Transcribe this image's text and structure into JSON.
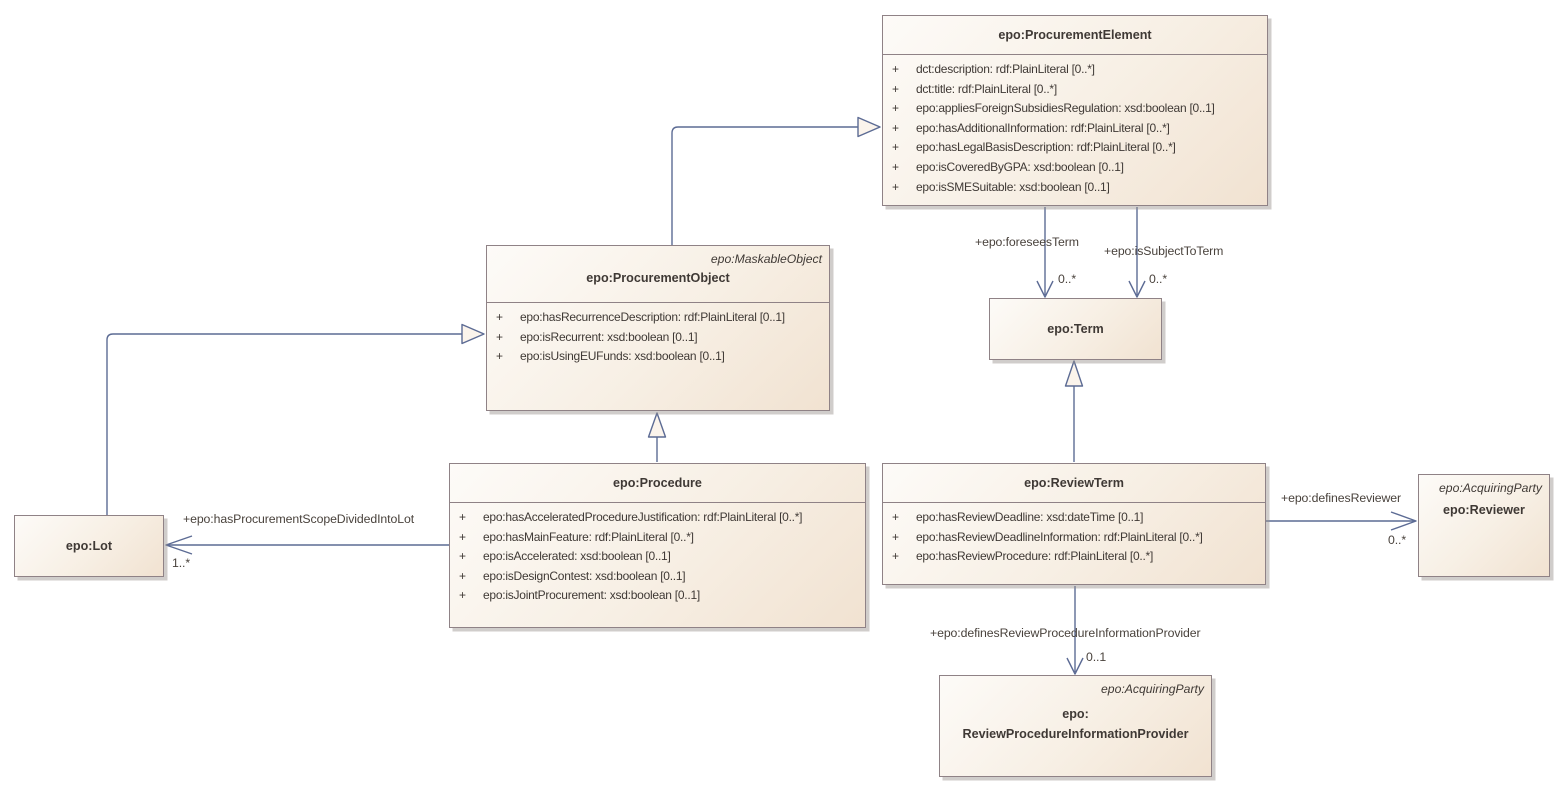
{
  "diagram_title": "EPO procurement UML class diagram",
  "colors": {
    "box_fill_light": "#fdfbf8",
    "box_fill_dark": "#f1e2d1",
    "box_border": "#8f8286",
    "connector": "#5c6b94",
    "arrowhead_fill": "#fbf4ec",
    "text": "#3f3935",
    "background": "#ffffff"
  },
  "classes": {
    "procurementElement": {
      "title": "epo:ProcurementElement",
      "attributes": [
        {
          "vis": "+",
          "text": "dct:description: rdf:PlainLiteral [0..*]"
        },
        {
          "vis": "+",
          "text": "dct:title: rdf:PlainLiteral [0..*]"
        },
        {
          "vis": "+",
          "text": "epo:appliesForeignSubsidiesRegulation: xsd:boolean [0..1]"
        },
        {
          "vis": "+",
          "text": "epo:hasAdditionalInformation: rdf:PlainLiteral [0..*]"
        },
        {
          "vis": "+",
          "text": "epo:hasLegalBasisDescription: rdf:PlainLiteral [0..*]"
        },
        {
          "vis": "+",
          "text": "epo:isCoveredByGPA: xsd:boolean [0..1]"
        },
        {
          "vis": "+",
          "text": "epo:isSMESuitable: xsd:boolean [0..1]"
        }
      ]
    },
    "procurementObject": {
      "stereotype": "epo:MaskableObject",
      "title": "epo:ProcurementObject",
      "attributes": [
        {
          "vis": "+",
          "text": "epo:hasRecurrenceDescription: rdf:PlainLiteral [0..1]"
        },
        {
          "vis": "+",
          "text": "epo:isRecurrent: xsd:boolean [0..1]"
        },
        {
          "vis": "+",
          "text": "epo:isUsingEUFunds: xsd:boolean [0..1]"
        }
      ]
    },
    "procedure": {
      "title": "epo:Procedure",
      "attributes": [
        {
          "vis": "+",
          "text": "epo:hasAcceleratedProcedureJustification: rdf:PlainLiteral [0..*]"
        },
        {
          "vis": "+",
          "text": "epo:hasMainFeature: rdf:PlainLiteral [0..*]"
        },
        {
          "vis": "+",
          "text": "epo:isAccelerated: xsd:boolean [0..1]"
        },
        {
          "vis": "+",
          "text": "epo:isDesignContest: xsd:boolean [0..1]"
        },
        {
          "vis": "+",
          "text": "epo:isJointProcurement: xsd:boolean [0..1]"
        }
      ]
    },
    "lot": {
      "title": "epo:Lot"
    },
    "term": {
      "title": "epo:Term"
    },
    "reviewTerm": {
      "title": "epo:ReviewTerm",
      "attributes": [
        {
          "vis": "+",
          "text": "epo:hasReviewDeadline: xsd:dateTime [0..1]"
        },
        {
          "vis": "+",
          "text": "epo:hasReviewDeadlineInformation: rdf:PlainLiteral [0..*]"
        },
        {
          "vis": "+",
          "text": "epo:hasReviewProcedure: rdf:PlainLiteral [0..*]"
        }
      ]
    },
    "reviewer": {
      "stereotype": "epo:AcquiringParty",
      "title": "epo:Reviewer"
    },
    "reviewProcedureInformationProvider": {
      "stereotype": "epo:AcquiringParty",
      "titleLine1": "epo:",
      "titleLine2": "ReviewProcedureInformationProvider"
    }
  },
  "relations": {
    "hasProcurementScopeDividedIntoLot": {
      "label": "+epo:hasProcurementScopeDividedIntoLot",
      "multiplicity": "1..*"
    },
    "foreseesTerm": {
      "label": "+epo:foreseesTerm",
      "multiplicity": "0..*"
    },
    "isSubjectToTerm": {
      "label": "+epo:isSubjectToTerm",
      "multiplicity": "0..*"
    },
    "definesReviewer": {
      "label": "+epo:definesReviewer",
      "multiplicity": "0..*"
    },
    "definesReviewProcedureInformationProvider": {
      "label": "+epo:definesReviewProcedureInformationProvider",
      "multiplicity": "0..1"
    }
  }
}
